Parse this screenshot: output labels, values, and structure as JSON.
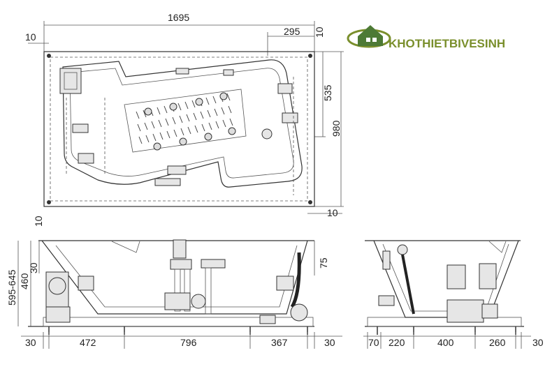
{
  "brand": {
    "name": "KHOTHIETBIVESINH",
    "colors": {
      "green": "#7a8f2c",
      "dark_green": "#3f6b2a"
    }
  },
  "top_view": {
    "dims": {
      "total_length": "1695",
      "left_offset": "10",
      "right_offset_top": "10",
      "corner_width": "295",
      "inner_height": "535",
      "total_width": "980",
      "bottom_left_offset": "10",
      "bottom_right_offset": "10"
    }
  },
  "front_view": {
    "dims": {
      "height_range": "595-645",
      "height": "460",
      "rim": "30",
      "right_height": "75",
      "seg_left_edge": "30",
      "seg_1": "472",
      "seg_2": "796",
      "seg_3": "367",
      "seg_right_edge": "30"
    }
  },
  "side_view": {
    "dims": {
      "seg_a": "70",
      "seg_b": "220",
      "seg_c": "400",
      "seg_d": "260",
      "seg_e": "30"
    }
  }
}
